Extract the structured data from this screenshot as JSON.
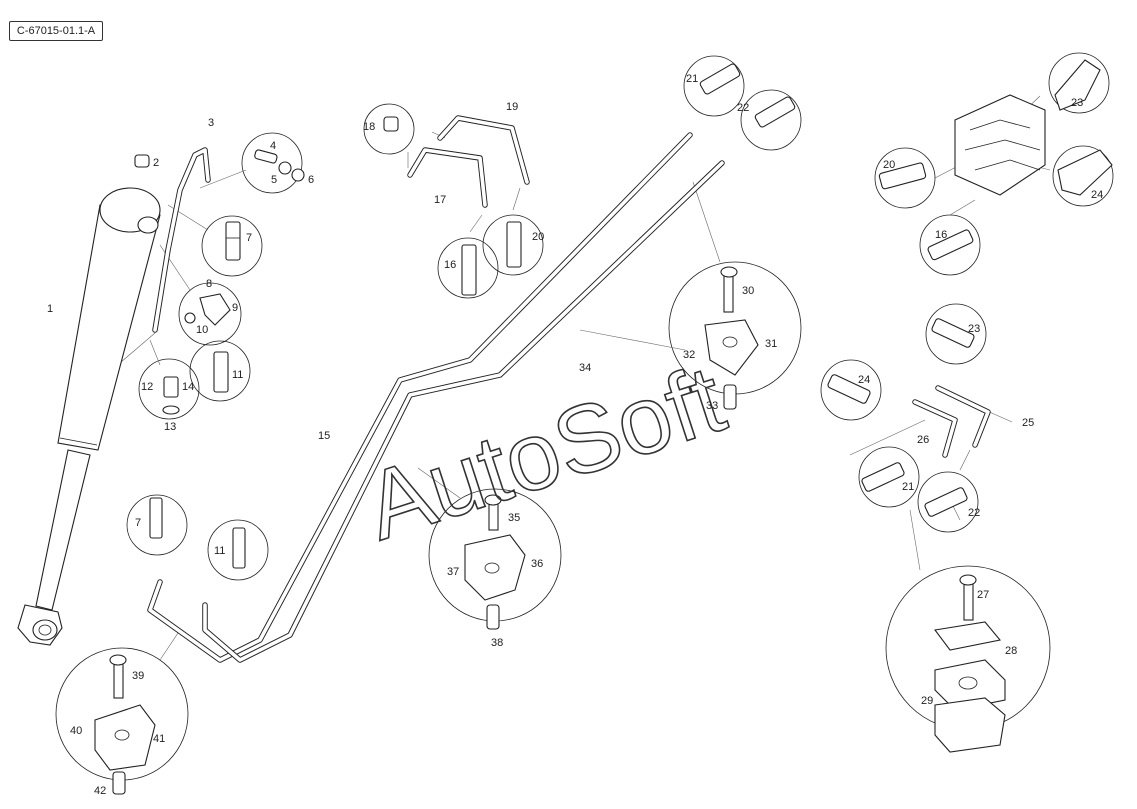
{
  "drawing_ref": "C-67015-01.1-A",
  "watermark": "AutoSoft",
  "callouts": [
    {
      "id": "1",
      "text": "1"
    },
    {
      "id": "2",
      "text": "2"
    },
    {
      "id": "3",
      "text": "3"
    },
    {
      "id": "4",
      "text": "4"
    },
    {
      "id": "5",
      "text": "5"
    },
    {
      "id": "6",
      "text": "6"
    },
    {
      "id": "7a",
      "text": "7"
    },
    {
      "id": "8",
      "text": "8"
    },
    {
      "id": "9",
      "text": "9"
    },
    {
      "id": "10",
      "text": "10"
    },
    {
      "id": "11a",
      "text": "11"
    },
    {
      "id": "12",
      "text": "12"
    },
    {
      "id": "13",
      "text": "13"
    },
    {
      "id": "14",
      "text": "14"
    },
    {
      "id": "15",
      "text": "15"
    },
    {
      "id": "16a",
      "text": "16"
    },
    {
      "id": "17",
      "text": "17"
    },
    {
      "id": "18",
      "text": "18"
    },
    {
      "id": "19",
      "text": "19"
    },
    {
      "id": "20a",
      "text": "20"
    },
    {
      "id": "21a",
      "text": "21"
    },
    {
      "id": "22a",
      "text": "22"
    },
    {
      "id": "23a",
      "text": "23"
    },
    {
      "id": "24a",
      "text": "24"
    },
    {
      "id": "20b",
      "text": "20"
    },
    {
      "id": "16b",
      "text": "16"
    },
    {
      "id": "30",
      "text": "30"
    },
    {
      "id": "31",
      "text": "31"
    },
    {
      "id": "32",
      "text": "32"
    },
    {
      "id": "33",
      "text": "33"
    },
    {
      "id": "34",
      "text": "34"
    },
    {
      "id": "23b",
      "text": "23"
    },
    {
      "id": "24b",
      "text": "24"
    },
    {
      "id": "25",
      "text": "25"
    },
    {
      "id": "26",
      "text": "26"
    },
    {
      "id": "21b",
      "text": "21"
    },
    {
      "id": "22b",
      "text": "22"
    },
    {
      "id": "27",
      "text": "27"
    },
    {
      "id": "28",
      "text": "28"
    },
    {
      "id": "29",
      "text": "29"
    },
    {
      "id": "35",
      "text": "35"
    },
    {
      "id": "36",
      "text": "36"
    },
    {
      "id": "37",
      "text": "37"
    },
    {
      "id": "38",
      "text": "38"
    },
    {
      "id": "7b",
      "text": "7"
    },
    {
      "id": "11b",
      "text": "11"
    },
    {
      "id": "39",
      "text": "39"
    },
    {
      "id": "40",
      "text": "40"
    },
    {
      "id": "41",
      "text": "41"
    },
    {
      "id": "42",
      "text": "42"
    }
  ]
}
